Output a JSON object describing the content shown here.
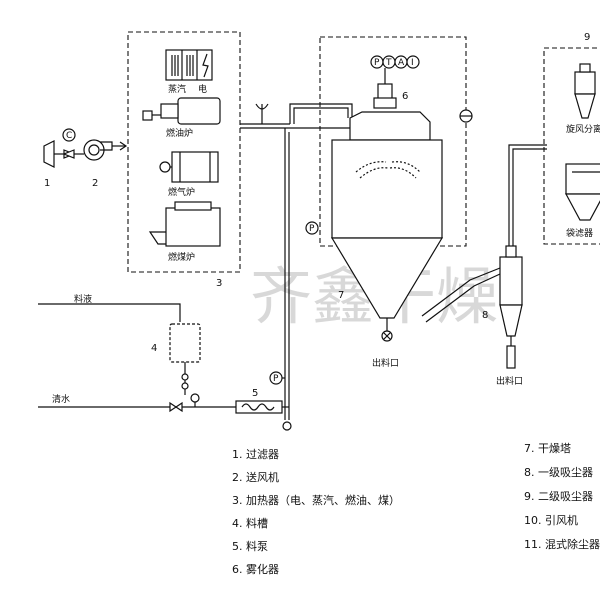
{
  "diagram": {
    "watermark": "齐鑫干燥",
    "instruments": [
      "P",
      "T",
      "A",
      "I"
    ],
    "pressure_symbol": "P",
    "fan_symbol": "C",
    "boxes": {
      "heater": {
        "steam": "蒸汽",
        "electric": "电",
        "oil": "燃油炉",
        "gas": "燃气炉",
        "coal": "燃煤炉"
      },
      "dust": {
        "cyclone": "旋风分离",
        "bag": "袋滤器"
      }
    },
    "labels": {
      "feed_liquid": "料液",
      "clean_water": "清水",
      "outlet_tower": "出料口",
      "outlet_cyclone": "出料口"
    },
    "numbers": [
      "1",
      "2",
      "3",
      "4",
      "5",
      "6",
      "7",
      "8",
      "9"
    ],
    "legend_left": [
      "1. 过滤器",
      "2. 送风机",
      "3. 加热器（电、蒸汽、燃油、煤）",
      "4. 料槽",
      "5. 料泵",
      "6. 雾化器"
    ],
    "legend_right": [
      "7. 干燥塔",
      "8. 一级吸尘器",
      "9. 二级吸尘器",
      "10. 引风机",
      "11. 混式除尘器"
    ]
  }
}
